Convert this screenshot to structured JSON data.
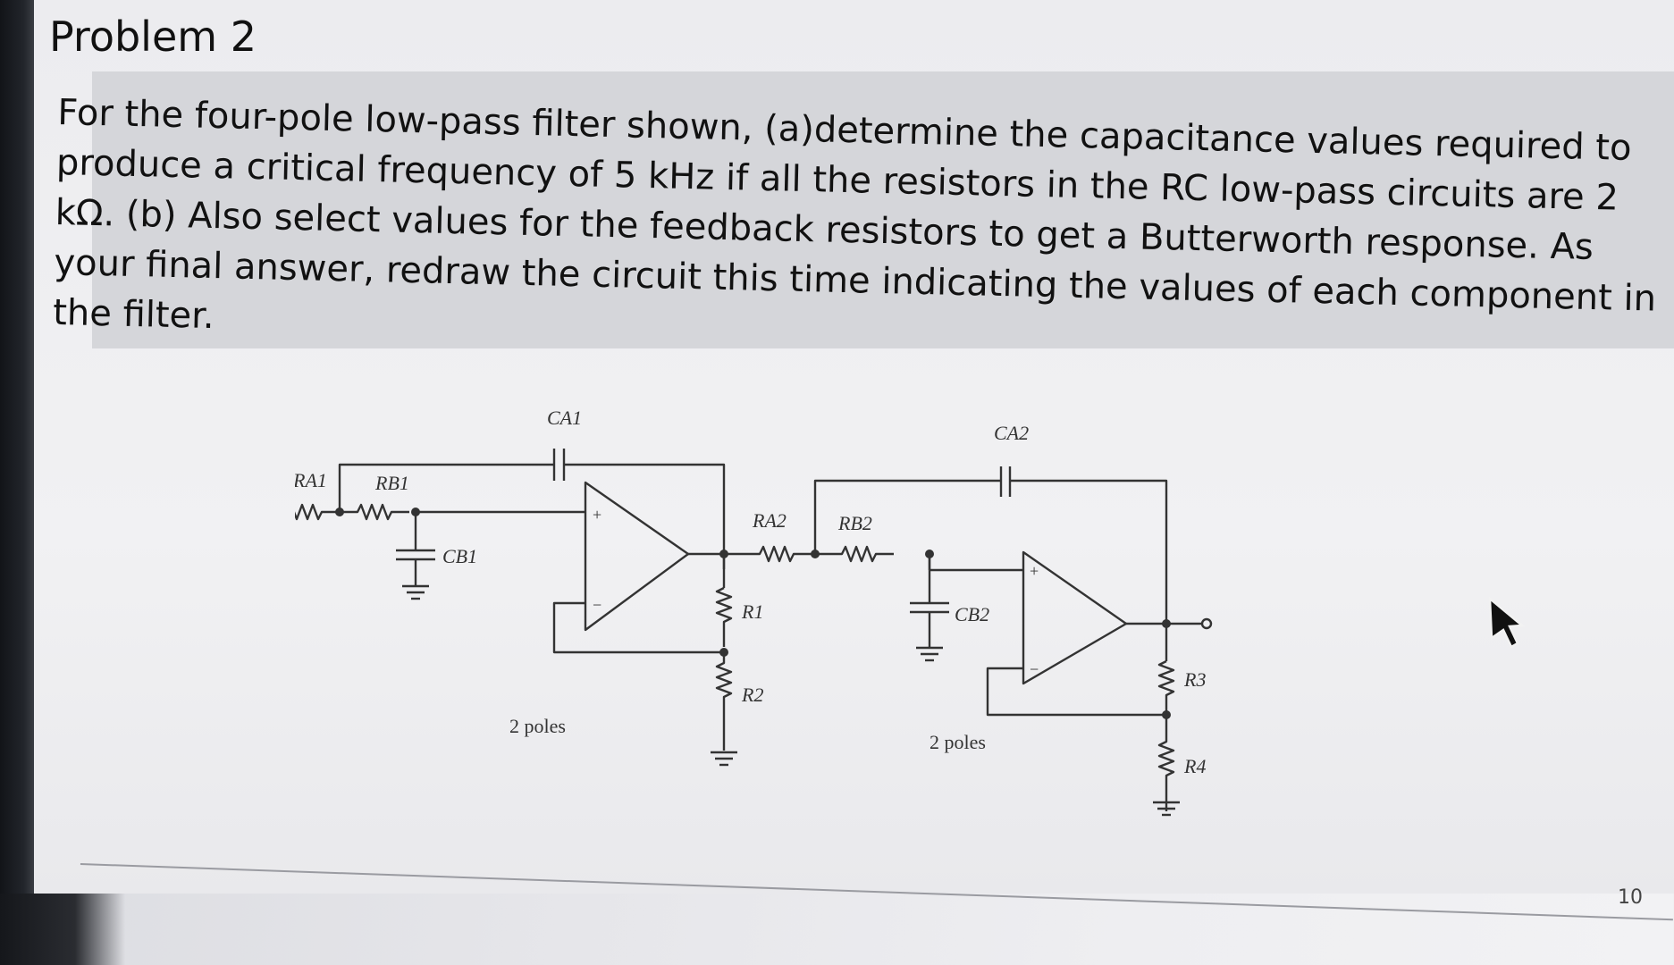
{
  "problem": {
    "title": "Problem 2",
    "text": "For the four-pole low-pass filter shown, (a)determine the capacitance values required to produce a critical frequency of 5 kHz if all the resistors in the RC low-pass circuits are 2 kΩ. (b) Also select values for the feedback resistors to get a Butterworth response. As your final answer, redraw the circuit this time indicating the values of each component in the filter."
  },
  "circuit": {
    "labels": {
      "ra1": "RA1",
      "rb1": "RB1",
      "ca1": "CA1",
      "cb1": "CB1",
      "ra2": "RA2",
      "rb2": "RB2",
      "ca2": "CA2",
      "cb2": "CB2",
      "r1": "R1",
      "r2": "R2",
      "r3": "R3",
      "r4": "R4",
      "stage1_note": "2 poles",
      "stage2_note": "2 poles",
      "plus1": "+",
      "minus1": "−",
      "plus2": "+",
      "minus2": "−"
    }
  },
  "page_number": "10",
  "icons": {
    "cursor": "mouse-pointer-icon"
  },
  "colors": {
    "text": "#111111",
    "wire": "#333333",
    "highlight_box": "#d5d6da",
    "bezel": "#1c1e22"
  }
}
